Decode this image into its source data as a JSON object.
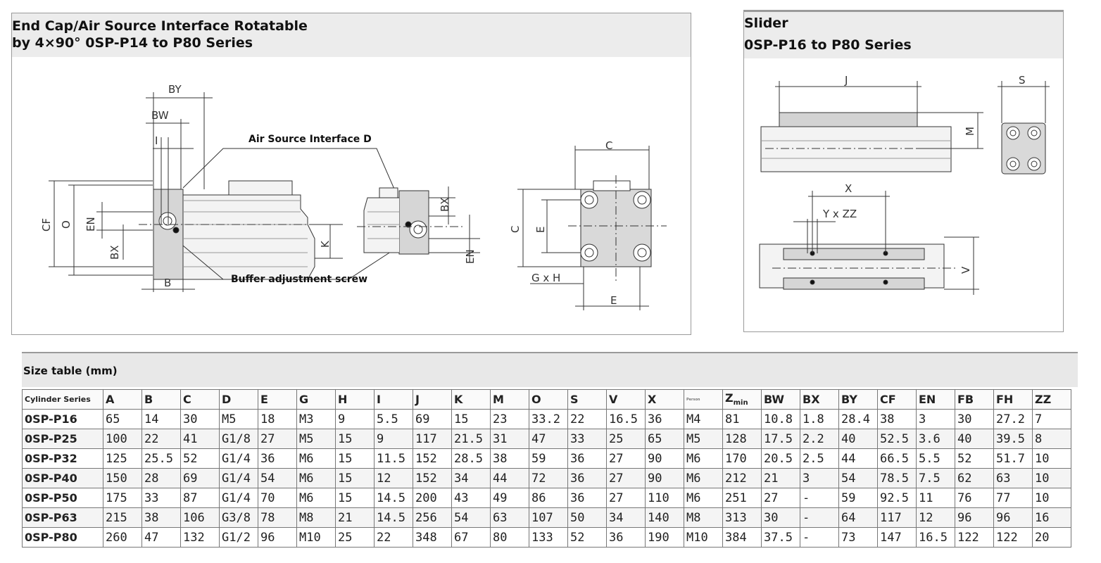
{
  "endcap_panel": {
    "title_line1": "End Cap/Air Source Interface Rotatable",
    "title_line2": "by 4×90° 0SP-P14 to P80 Series",
    "callout_air": "Air Source Interface D",
    "callout_buffer": "Buffer adjustment screw",
    "dims": {
      "BY": "BY",
      "BW": "BW",
      "I": "I",
      "CF": "CF",
      "O": "O",
      "EN": "EN",
      "BX": "BX",
      "B": "B",
      "K": "K",
      "C": "C",
      "E": "E",
      "GxH": "G x H"
    }
  },
  "slider_panel": {
    "title_line1": "Slider",
    "title_line2": "0SP-P16 to P80 Series",
    "dims": {
      "J": "J",
      "S": "S",
      "M": "M",
      "X": "X",
      "YxZZ": "Y x ZZ",
      "V": "V"
    }
  },
  "size_table": {
    "title": "Size table (mm)",
    "series_header": "Cylinder Series",
    "columns": [
      "A",
      "B",
      "C",
      "D",
      "E",
      "G",
      "H",
      "I",
      "J",
      "K",
      "M",
      "O",
      "S",
      "V",
      "X",
      "Person",
      "Z",
      "BW",
      "BX",
      "BY",
      "CF",
      "EN",
      "FB",
      "FH",
      "ZZ"
    ],
    "z_subscript": "min",
    "rows": [
      {
        "series": "0SP-P16",
        "values": [
          "65",
          "14",
          "30",
          "M5",
          "18",
          "M3",
          "9",
          "5.5",
          "69",
          "15",
          "23",
          "33.2",
          "22",
          "16.5",
          "36",
          "M4",
          "81",
          "10.8",
          "1.8",
          "28.4",
          "38",
          "3",
          "30",
          "27.2",
          "7"
        ]
      },
      {
        "series": "0SP-P25",
        "values": [
          "100",
          "22",
          "41",
          "G1/8",
          "27",
          "M5",
          "15",
          "9",
          "117",
          "21.5",
          "31",
          "47",
          "33",
          "25",
          "65",
          "M5",
          "128",
          "17.5",
          "2.2",
          "40",
          "52.5",
          "3.6",
          "40",
          "39.5",
          "8"
        ]
      },
      {
        "series": "0SP-P32",
        "values": [
          "125",
          "25.5",
          "52",
          "G1/4",
          "36",
          "M6",
          "15",
          "11.5",
          "152",
          "28.5",
          "38",
          "59",
          "36",
          "27",
          "90",
          "M6",
          "170",
          "20.5",
          "2.5",
          "44",
          "66.5",
          "5.5",
          "52",
          "51.7",
          "10"
        ]
      },
      {
        "series": "0SP-P40",
        "values": [
          "150",
          "28",
          "69",
          "G1/4",
          "54",
          "M6",
          "15",
          "12",
          "152",
          "34",
          "44",
          "72",
          "36",
          "27",
          "90",
          "M6",
          "212",
          "21",
          "3",
          "54",
          "78.5",
          "7.5",
          "62",
          "63",
          "10"
        ]
      },
      {
        "series": "0SP-P50",
        "values": [
          "175",
          "33",
          "87",
          "G1/4",
          "70",
          "M6",
          "15",
          "14.5",
          "200",
          "43",
          "49",
          "86",
          "36",
          "27",
          "110",
          "M6",
          "251",
          "27",
          "-",
          "59",
          "92.5",
          "11",
          "76",
          "77",
          "10"
        ]
      },
      {
        "series": "0SP-P63",
        "values": [
          "215",
          "38",
          "106",
          "G3/8",
          "78",
          "M8",
          "21",
          "14.5",
          "256",
          "54",
          "63",
          "107",
          "50",
          "34",
          "140",
          "M8",
          "313",
          "30",
          "-",
          "64",
          "117",
          "12",
          "96",
          "96",
          "16"
        ]
      },
      {
        "series": "0SP-P80",
        "values": [
          "260",
          "47",
          "132",
          "G1/2",
          "96",
          "M10",
          "25",
          "22",
          "348",
          "67",
          "80",
          "133",
          "52",
          "36",
          "190",
          "M10",
          "384",
          "37.5",
          "-",
          "73",
          "147",
          "16.5",
          "122",
          "122",
          "20"
        ]
      }
    ]
  }
}
